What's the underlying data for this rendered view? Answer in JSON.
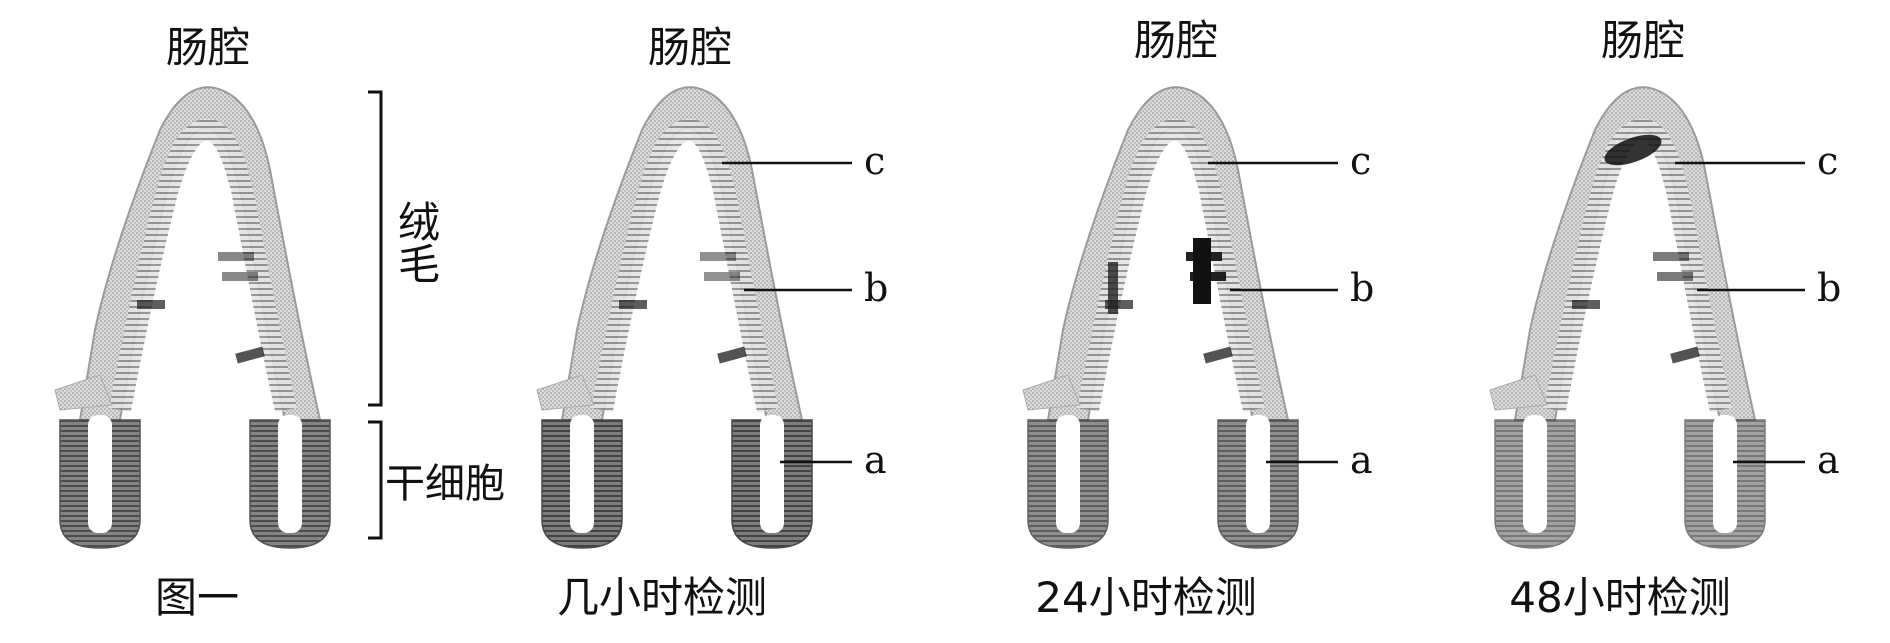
{
  "panels": [
    {
      "lumen_label": "肠腔",
      "caption": "图一",
      "labels": [],
      "stain": {
        "crypt": 0.85,
        "band_b": 0.25,
        "band_c": 0.0,
        "tip_c": 0.0
      }
    },
    {
      "lumen_label": "肠腔",
      "caption": "几小时检测",
      "labels": [
        "c",
        "b",
        "a"
      ],
      "stain": {
        "crypt": 0.95,
        "band_b": 0.2,
        "band_c": 0.0,
        "tip_c": 0.0
      }
    },
    {
      "lumen_label": "肠腔",
      "caption": "24小时检测",
      "labels": [
        "c",
        "b",
        "a"
      ],
      "stain": {
        "crypt": 0.7,
        "band_b": 0.95,
        "band_c": 0.0,
        "tip_c": 0.0
      }
    },
    {
      "lumen_label": "肠腔",
      "caption": "48小时检测",
      "labels": [
        "c",
        "b",
        "a"
      ],
      "stain": {
        "crypt": 0.45,
        "band_b": 0.35,
        "band_c": 0.9,
        "tip_c": 0.9
      }
    }
  ],
  "brackets": {
    "villus": "绒毛",
    "stem_cells": "干细胞"
  },
  "colors": {
    "villus_fill": "#cfcfcf",
    "crypt_fill": "#6a6a6a",
    "stain": "#1a1a1a",
    "line": "#111111"
  }
}
